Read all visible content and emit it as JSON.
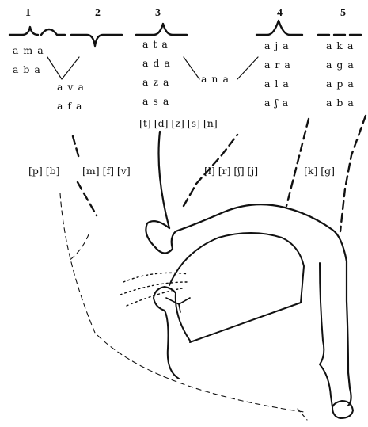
{
  "columns": [
    {
      "number": "1",
      "syllables": [
        "a m a",
        "a b a"
      ]
    },
    {
      "number": "2",
      "syllables": [
        "a v a",
        "a f a"
      ]
    },
    {
      "number": "3",
      "syllables": [
        "a t a",
        "a d a",
        "a z a",
        "a s a"
      ],
      "extra": "a n a"
    },
    {
      "number": "4",
      "syllables": [
        "a j a",
        "a r a",
        "a l a",
        "a ʃ a"
      ]
    },
    {
      "number": "5",
      "syllables": [
        "a k a",
        "a g a",
        "a p a",
        "a b a"
      ]
    }
  ],
  "phoneme_groups": {
    "alveolar": "[t] [d] [z] [s] [n]",
    "labial": "[p] [b]",
    "labiodental": "[m] [f] [v]",
    "palatal": "[l] [r] [ʃ] [j]",
    "velar": "[k] [g]"
  }
}
